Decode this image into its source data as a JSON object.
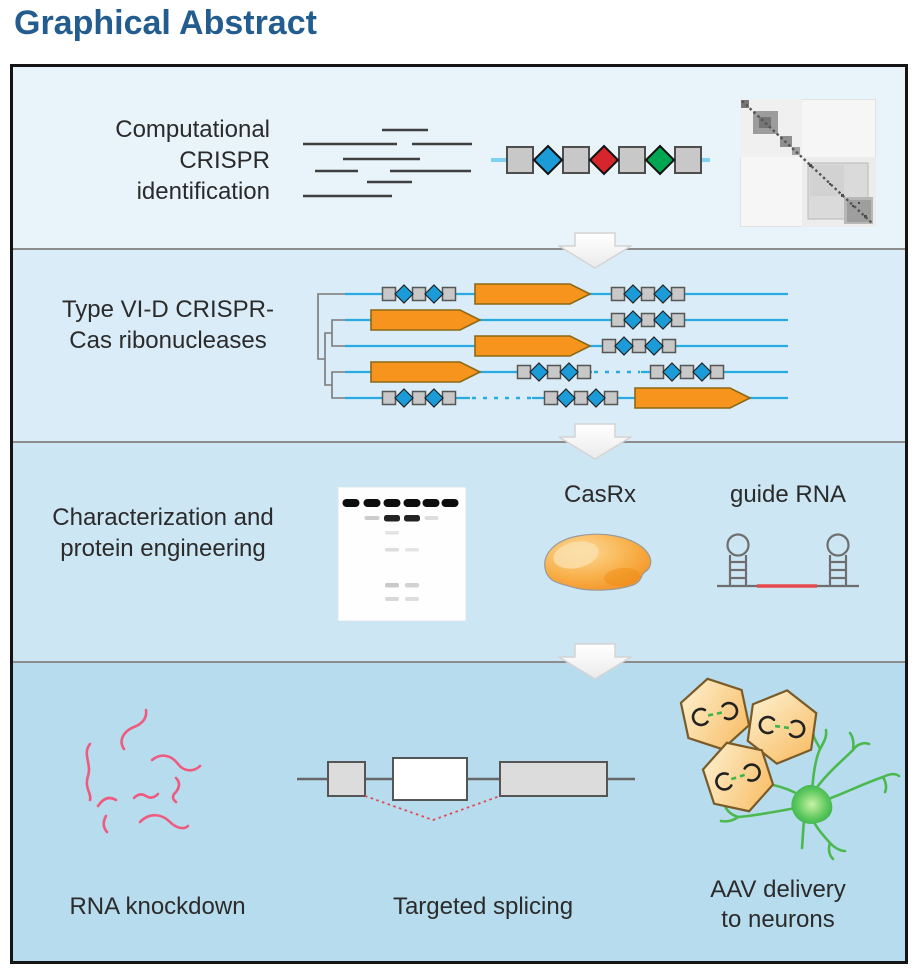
{
  "title": "Graphical Abstract",
  "figure": {
    "step1": {
      "label": "Computational CRISPR identification"
    },
    "step2": {
      "label": "Type VI-D CRISPR-Cas ribonucleases"
    },
    "step3": {
      "label": "Characterization and protein engineering",
      "protein_label": "CasRx",
      "guide_label": "guide RNA"
    },
    "step4": {
      "knockdown_label": "RNA knockdown",
      "splicing_label": "Targeted splicing",
      "aav_label": "AAV delivery to neurons"
    }
  },
  "colors": {
    "title_blue": "#235D8F",
    "band_backgrounds": [
      "#E8F4FA",
      "#D9ECF7",
      "#CDE6F3",
      "#B7DCEE"
    ],
    "locus_line_cyan": "#29ABE2",
    "locus_line_light": "#7FD1F0",
    "cas_gene_orange": "#F7941D",
    "repeat_gray": "#C8C8C8",
    "spacer_blue": "#1B9CD9",
    "spacer_red": "#D6252B",
    "spacer_green": "#00A551",
    "guide_spacer_red": "#E8494F",
    "rna_pink": "#EE5B7E",
    "neuron_green": "#3CB54A",
    "capsid_tan": "#F9BE6B",
    "separator_gray": "#8C8C8C"
  }
}
